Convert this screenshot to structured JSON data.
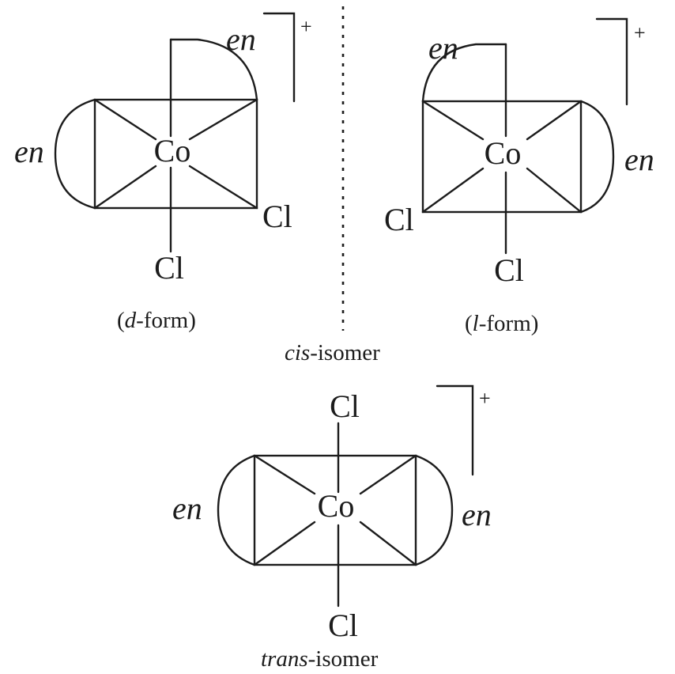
{
  "d_form": {
    "metal": "Co",
    "ligand_top": "en",
    "ligand_left": "en",
    "cl_right": "Cl",
    "cl_bottom": "Cl",
    "charge": "+",
    "caption_open": "(",
    "caption_letter": "d",
    "caption_rest": "-form)"
  },
  "l_form": {
    "metal": "Co",
    "ligand_top": "en",
    "ligand_right": "en",
    "cl_left": "Cl",
    "cl_bottom": "Cl",
    "charge": "+",
    "caption_open": "(",
    "caption_letter": "l",
    "caption_rest": "-form)"
  },
  "cis_label": {
    "prefix": "cis",
    "suffix": "-isomer"
  },
  "trans_form": {
    "metal": "Co",
    "cl_top": "Cl",
    "cl_bottom": "Cl",
    "ligand_left": "en",
    "ligand_right": "en",
    "charge": "+"
  },
  "trans_label": {
    "prefix": "trans",
    "suffix": "-isomer"
  }
}
